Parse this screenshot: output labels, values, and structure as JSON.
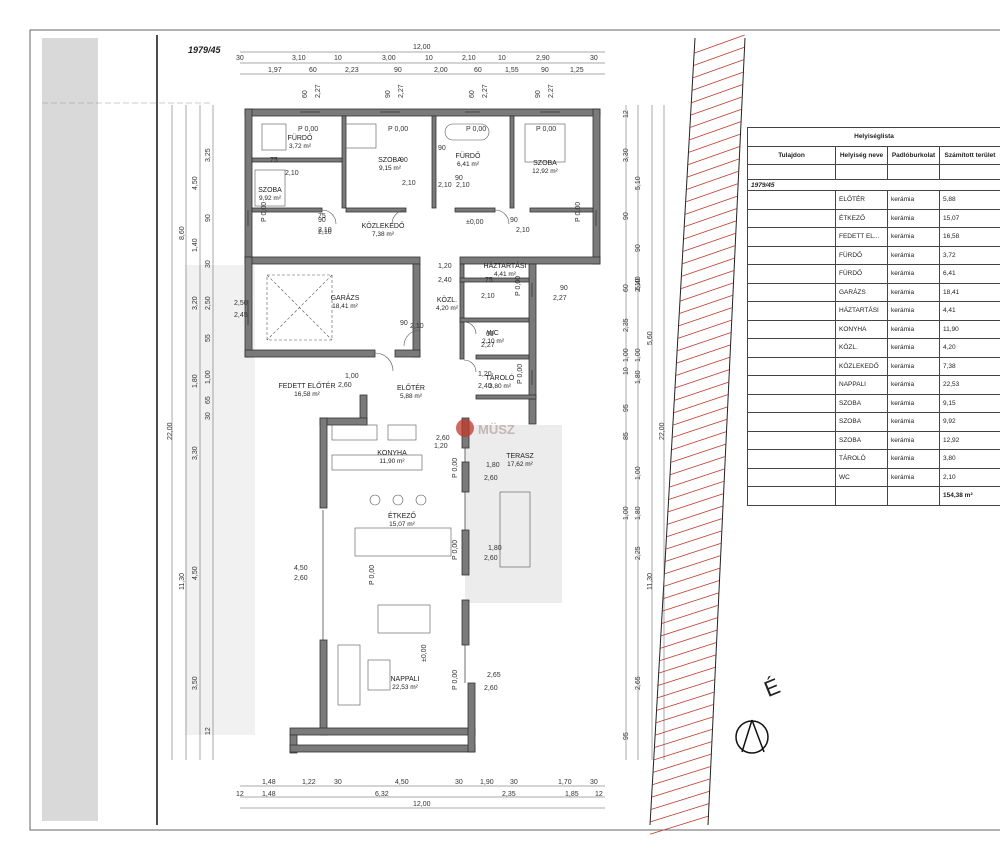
{
  "plot": {
    "label": "1979/45",
    "north": "É"
  },
  "rooms": [
    {
      "name": "FÜRDŐ",
      "area": "3,72 m²"
    },
    {
      "name": "SZOBA",
      "area": "9,92 m²"
    },
    {
      "name": "SZOBA",
      "area": "9,15 m²"
    },
    {
      "name": "FÜRDŐ",
      "area": "6,41 m²"
    },
    {
      "name": "SZOBA",
      "area": "12,92 m²"
    },
    {
      "name": "KÖZLEKEDŐ",
      "area": "7,38 m²"
    },
    {
      "name": "GARÁZS",
      "area": "18,41 m²"
    },
    {
      "name": "HÁZTARTÁSI",
      "area": "4,41 m²"
    },
    {
      "name": "KÖZL.",
      "area": "4,20 m²"
    },
    {
      "name": "WC",
      "area": "2,10 m²"
    },
    {
      "name": "TÁROLÓ",
      "area": "3,80 m²"
    },
    {
      "name": "FEDETT ELŐTÉR",
      "area": "16,58 m²"
    },
    {
      "name": "ELŐTÉR",
      "area": "5,88 m²"
    },
    {
      "name": "KONYHA",
      "area": "11,90 m²"
    },
    {
      "name": "TERASZ",
      "area": "17,62 m²"
    },
    {
      "name": "ÉTKEZŐ",
      "area": "15,07 m²"
    },
    {
      "name": "NAPPALI",
      "area": "22,53 m²"
    }
  ],
  "level_marks": [
    "±0,00",
    "±0,00"
  ],
  "parapet_marks": [
    "P 0,00",
    "P 0,00",
    "P 0,00",
    "P 0,00",
    "P 0,00",
    "P 0,00",
    "P 0,00",
    "P 0,00",
    "P 0,00",
    "P 0,00",
    "P 0,00",
    "P 0,00"
  ],
  "dims": {
    "top_total": "12,00",
    "top_row1": [
      "30",
      "3,10",
      "10",
      "3,00",
      "10",
      "2,10",
      "10",
      "2,90",
      "30"
    ],
    "top_row2": [
      "1,97",
      "60",
      "2,23",
      "90",
      "2,00",
      "60",
      "1,55",
      "90",
      "1,25"
    ],
    "top_opening": [
      "60",
      "2,27",
      "90",
      "2,27",
      "60",
      "2,27",
      "90",
      "2,27"
    ],
    "bottom_row1": [
      "1,48",
      "1,22",
      "30",
      "4,50",
      "30",
      "1,90",
      "30",
      "1,70",
      "30"
    ],
    "bottom_row2": [
      "12",
      "1,48",
      "6,32",
      "2,35",
      "1,85",
      "12"
    ],
    "bottom_total": "12,00",
    "left_total": "22,00",
    "left_outer": [
      "8,60",
      "11,30"
    ],
    "left_mid": [
      "4,50",
      "1,40",
      "3,20",
      "1,80",
      "3,30",
      "4,50",
      "3,50"
    ],
    "left_inner": [
      "3,25",
      "90",
      "30",
      "2,50",
      "55",
      "1,00",
      "65",
      "30",
      "12"
    ],
    "right_total": "22,00",
    "right_outer": [
      "5,60",
      "11,30"
    ],
    "right_mid": [
      "5,10",
      "90",
      "6,40",
      "2,10",
      "1,00",
      "1,80",
      "1,00",
      "1,80",
      "2,25",
      "2,65"
    ],
    "right_inner": [
      "3,30",
      "12",
      "90",
      "60",
      "2,35",
      "1,00",
      "10",
      "95",
      "85",
      "1,00",
      "95"
    ],
    "openings_inner": [
      "75",
      "2,10",
      "90",
      "2,10",
      "90",
      "2,10",
      "75",
      "2,10",
      "90",
      "2,10",
      "90",
      "2,10",
      "90",
      "2,10",
      "75",
      "2,10",
      "60",
      "2,27",
      "90",
      "2,27",
      "2,50",
      "2,45",
      "90",
      "2,10",
      "1,00",
      "2,60",
      "1,80",
      "2,60",
      "4,50",
      "2,60",
      "1,80",
      "2,60",
      "2,65",
      "2,60",
      "1,20",
      "2,40",
      "1,20",
      "2,40",
      "1,20",
      "2,60"
    ]
  },
  "schedule": {
    "title": "Helyiséglista",
    "headers": [
      "Tulajdon",
      "Helyiség neve",
      "Padlóburkolat",
      "Számított terület"
    ],
    "section": "1979/45",
    "rows": [
      [
        "",
        "ELŐTÉR",
        "kerámia",
        "5,88"
      ],
      [
        "",
        "ÉTKEZŐ",
        "kerámia",
        "15,07"
      ],
      [
        "",
        "FEDETT EL...",
        "kerámia",
        "16,58"
      ],
      [
        "",
        "FÜRDŐ",
        "kerámia",
        "3,72"
      ],
      [
        "",
        "FÜRDŐ",
        "kerámia",
        "6,41"
      ],
      [
        "",
        "GARÁZS",
        "kerámia",
        "18,41"
      ],
      [
        "",
        "HÁZTARTÁSI",
        "kerámia",
        "4,41"
      ],
      [
        "",
        "KONYHA",
        "kerámia",
        "11,90"
      ],
      [
        "",
        "KÖZL.",
        "kerámia",
        "4,20"
      ],
      [
        "",
        "KÖZLEKEDŐ",
        "kerámia",
        "7,38"
      ],
      [
        "",
        "NAPPALI",
        "kerámia",
        "22,53"
      ],
      [
        "",
        "SZOBA",
        "kerámia",
        "9,15"
      ],
      [
        "",
        "SZOBA",
        "kerámia",
        "9,92"
      ],
      [
        "",
        "SZOBA",
        "kerámia",
        "12,92"
      ],
      [
        "",
        "TÁROLÓ",
        "kerámia",
        "3,80"
      ],
      [
        "",
        "WC",
        "kerámia",
        "2,10"
      ]
    ],
    "total": "154,38 m²"
  },
  "watermark": "MÜSZ",
  "colors": {
    "wall": "#7a7a7a",
    "watermark": "#c0392b",
    "neighbour": "#d9d9d9"
  }
}
